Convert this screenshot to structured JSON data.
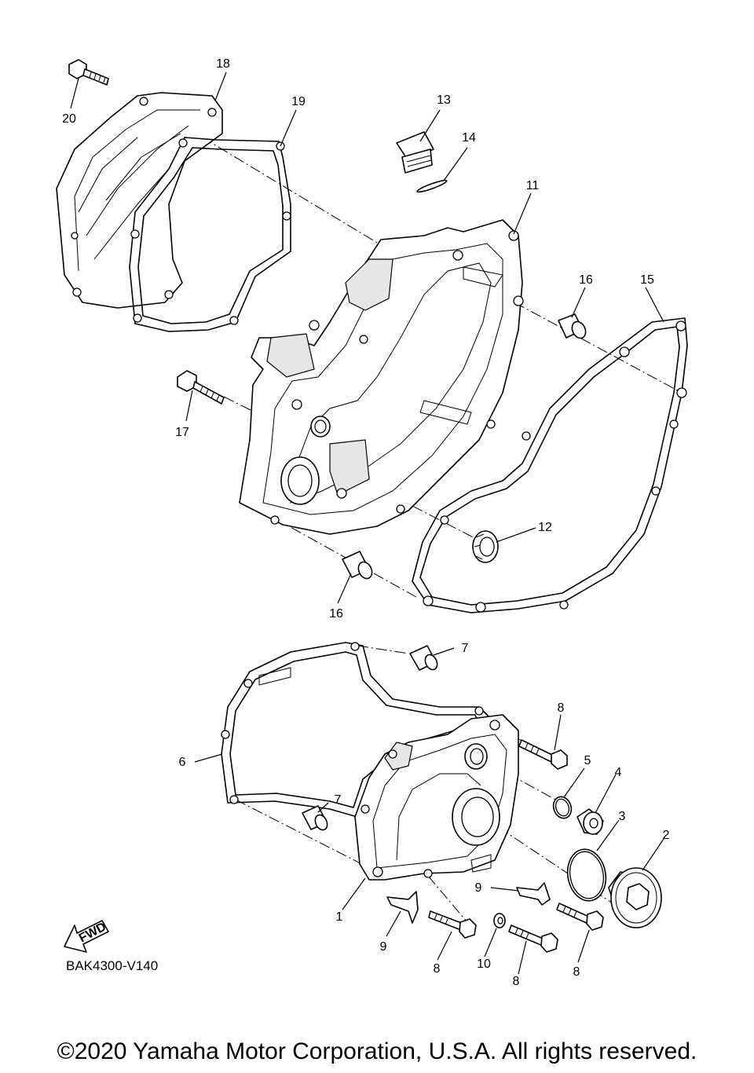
{
  "diagram": {
    "code": "BAK4300-V140",
    "direction_marker": "FWD",
    "callouts": [
      "1",
      "2",
      "3",
      "4",
      "5",
      "6",
      "7",
      "7",
      "8",
      "8",
      "8",
      "8",
      "9",
      "9",
      "10",
      "11",
      "12",
      "13",
      "14",
      "15",
      "16",
      "16",
      "17",
      "18",
      "19",
      "20"
    ]
  },
  "footer": {
    "copyright": "©2020 Yamaha Motor Corporation, U.S.A. All rights reserved."
  }
}
